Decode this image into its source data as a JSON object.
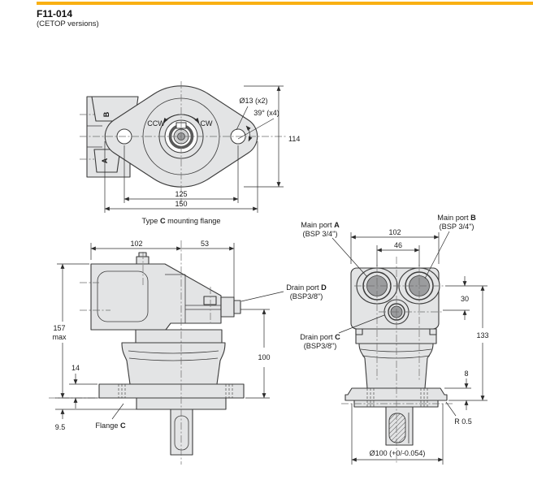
{
  "header": {
    "title": "F11-014",
    "subtitle": "(CETOP versions)"
  },
  "colors": {
    "accent": "#F9B013",
    "body_fill": "#e3e4e5",
    "line": "#3b3b3b"
  },
  "flange_view": {
    "rotation_ccw": "CCW",
    "rotation_cw": "CW",
    "dim_hole": "Ø13 (x2)",
    "dim_angle": "39° (x4)",
    "dim_height": "114",
    "dim_bolt_spacing": "125",
    "dim_width": "150",
    "caption_prefix": "Type ",
    "caption_letter": "C",
    "caption_suffix": " mounting flange",
    "port_top": "B",
    "port_bottom": "A"
  },
  "side_view": {
    "dim_w1": "102",
    "dim_w2": "53",
    "dim_h1": "157",
    "dim_h2": "max",
    "dim_flange_t": "14",
    "dim_pilot": "9.5",
    "dim_drain_h": "100",
    "flange_prefix": "Flange ",
    "flange_letter": "C"
  },
  "end_view": {
    "dim_w": "102",
    "dim_port_spacing": "46",
    "dim_drop": "30",
    "dim_h": "133",
    "dim_flange_t": "8",
    "dim_radius": "R 0.5",
    "dim_shaft": "Ø100 (+0/-0.054)",
    "port_a_prefix": "Main port ",
    "port_a_letter": "A",
    "port_a_spec": "(BSP 3/4\")",
    "port_b_prefix": "Main port ",
    "port_b_letter": "B",
    "port_b_spec": "(BSP 3/4\")",
    "drain_d_prefix": "Drain port ",
    "drain_d_letter": "D",
    "drain_d_spec": "(BSP3/8\")",
    "drain_c_prefix": "Drain port ",
    "drain_c_letter": "C",
    "drain_c_spec": "(BSP3/8\")"
  }
}
